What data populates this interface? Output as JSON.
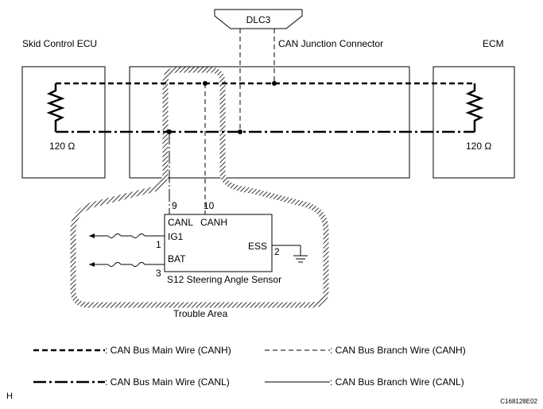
{
  "labels": {
    "dlc3": "DLC3",
    "can_junction": "CAN Junction Connector",
    "skid_ecu": "Skid Control ECU",
    "ecm": "ECM",
    "res_left": "120 Ω",
    "res_right": "120 Ω",
    "pin9": "9",
    "pin10": "10",
    "canl": "CANL",
    "canh": "CANH",
    "ig1": "IG1",
    "bat": "BAT",
    "ess": "ESS",
    "pin1": "1",
    "pin2": "2",
    "pin3": "3",
    "sensor_name": "S12 Steering Angle Sensor",
    "trouble_area": "Trouble Area",
    "corner_left": "H",
    "figure_code": "C168128E02"
  },
  "legend": [
    {
      "style": "main-canh",
      "label": ": CAN Bus Main Wire (CANH)"
    },
    {
      "style": "branch-canh",
      "label": ": CAN Bus Branch Wire (CANH)"
    },
    {
      "style": "main-canl",
      "label": ": CAN Bus Main Wire (CANL)"
    },
    {
      "style": "branch-canl",
      "label": ": CAN Bus Branch Wire (CANL)"
    }
  ]
}
